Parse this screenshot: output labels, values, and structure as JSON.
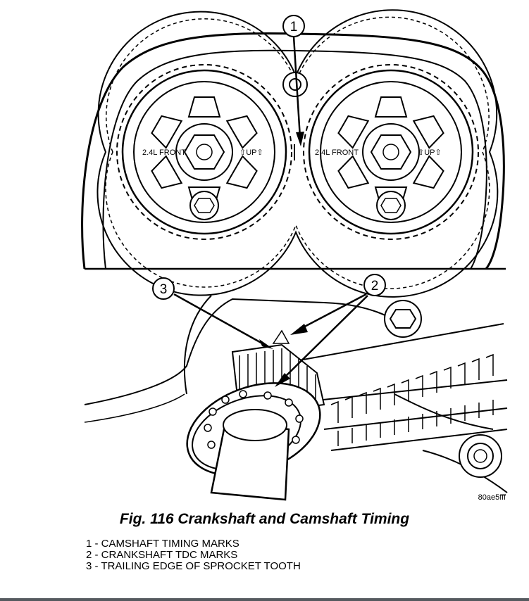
{
  "figure": {
    "image_code": "80ae5fff",
    "sprocket_label_left": "2.4L FRONT",
    "sprocket_label_right": "2.4L FRONT",
    "up_label_left": "⇧UP⇧",
    "up_label_right": "⇧UP⇧",
    "callouts": [
      "1",
      "2",
      "3"
    ]
  },
  "caption": "Fig. 116 Crankshaft and Camshaft Timing",
  "legend": [
    "1 - CAMSHAFT TIMING MARKS",
    "2 - CRANKSHAFT TDC MARKS",
    "3 - TRAILING EDGE OF SPROCKET TOOTH"
  ]
}
